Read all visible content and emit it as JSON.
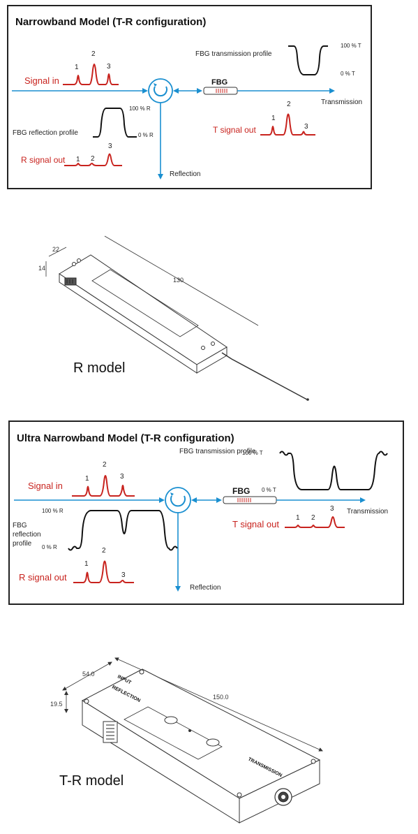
{
  "diagram1": {
    "title": "Narrowband Model (T-R configuration)",
    "signal_in": "Signal in",
    "peaks_in": [
      "1",
      "2",
      "3"
    ],
    "fbg": "FBG",
    "fbg_trans_profile": "FBG transmission profile",
    "t100": "100 % T",
    "t0": "0 % T",
    "transmission": "Transmission",
    "fbg_refl_profile": "FBG reflection profile",
    "r100": "100 % R",
    "r0": "0 % R",
    "t_signal_out": "T signal out",
    "peaks_t": [
      "1",
      "2",
      "3"
    ],
    "r_signal_out": "R signal out",
    "peaks_r": [
      "1",
      "2",
      "3"
    ],
    "reflection": "Reflection"
  },
  "model1": {
    "dim_width": "22",
    "dim_height": "14",
    "dim_length": "130",
    "caption": "R model"
  },
  "diagram2": {
    "title": "Ultra Narrowband Model (T-R configuration)",
    "signal_in": "Signal in",
    "peaks_in": [
      "1",
      "2",
      "3"
    ],
    "fbg_trans_profile": "FBG transmission profile",
    "t100": "100 % T",
    "fbg": "FBG",
    "t0": "0 % T",
    "transmission": "Transmission",
    "r100": "100 % R",
    "fbg_refl_line1": "FBG",
    "fbg_refl_line2": "reflection",
    "fbg_refl_line3": "profile",
    "r0": "0 % R",
    "t_signal_out": "T signal out",
    "peaks_t": [
      "1",
      "2",
      "3"
    ],
    "r_signal_out": "R signal out",
    "peaks_r": [
      "1",
      "2",
      "3"
    ],
    "reflection": "Reflection"
  },
  "model2": {
    "dim_width": "54.0",
    "dim_height": "19.5",
    "dim_length": "150.0",
    "label_input": "INPUT",
    "label_reflection": "REFLECTION",
    "label_transmission": "TRANSMISSION",
    "caption": "T-R model"
  },
  "colors": {
    "accent_blue": "#1a8fd0",
    "signal_red": "#c8231e",
    "frame": "#222222"
  }
}
